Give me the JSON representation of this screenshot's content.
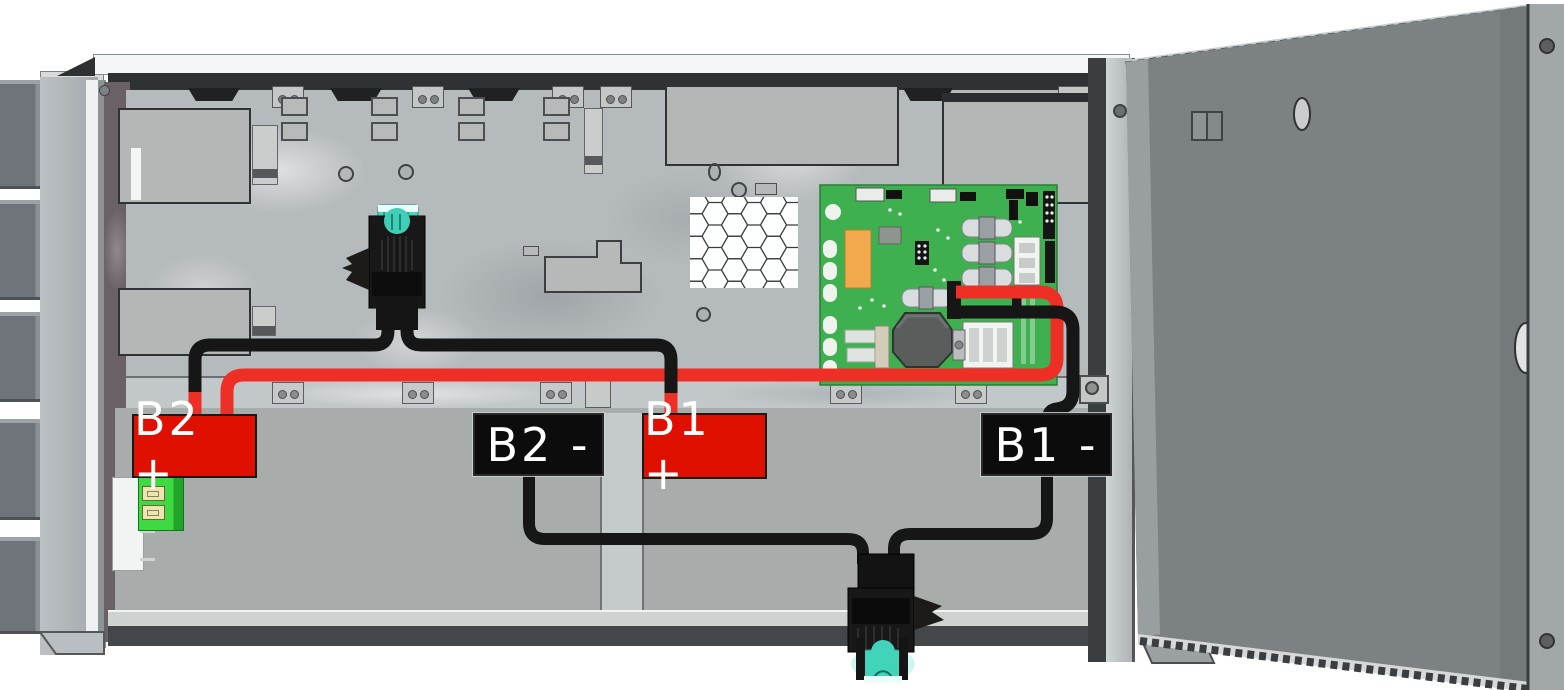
{
  "diagram": {
    "type": "hardware-wiring-illustration",
    "subject": "Dual battery wiring inside control panel enclosure with open door",
    "terminal_labels": {
      "b2_plus": "B2 +",
      "b2_minus": "B2 -",
      "b1_plus": "B1 +",
      "b1_minus": "B1 -"
    },
    "terminals": [
      {
        "id": "b2-plus",
        "label": "B2 +",
        "polarity": "positive",
        "color": "#e01000"
      },
      {
        "id": "b2-minus",
        "label": "B2 -",
        "polarity": "negative",
        "color": "#0c0c0c"
      },
      {
        "id": "b1-plus",
        "label": "B1 +",
        "polarity": "positive",
        "color": "#e01000"
      },
      {
        "id": "b1-minus",
        "label": "B1 -",
        "polarity": "negative",
        "color": "#0c0c0c"
      }
    ],
    "wires": [
      {
        "id": "positive-feed",
        "color": "#ee2f26",
        "from": "circuit-board",
        "to": "B2 +"
      },
      {
        "id": "negative-feed",
        "color": "#161616",
        "from": "circuit-board",
        "to": "B1 -"
      },
      {
        "id": "positive-jumper",
        "color": "#161616",
        "sleeves": "red",
        "from": "B2 +",
        "to": "B1 +",
        "through": "top fuse holder"
      },
      {
        "id": "negative-jumper",
        "color": "#161616",
        "from": "B2 -",
        "to": "B1 -",
        "through": "bottom fuse holder"
      }
    ],
    "components": [
      "enclosure-cabinet",
      "enclosure-door",
      "left-heatsink-fins",
      "galvanized-backplate",
      "honeycomb-vent",
      "control-pcb",
      "top-fuse-holder",
      "bottom-fuse-holder",
      "green-terminal-block",
      "battery-compartment"
    ],
    "colors": {
      "positive_terminal": "#e01000",
      "negative_terminal": "#0c0c0c",
      "positive_wire": "#ee2f26",
      "negative_wire": "#161616",
      "pcb_green": "#3fb04f",
      "fuse_teal": "#41d4ba",
      "terminal_block_green": "#3fd944",
      "label_text": "#ffffff",
      "door_gray": "#7c8184"
    }
  }
}
